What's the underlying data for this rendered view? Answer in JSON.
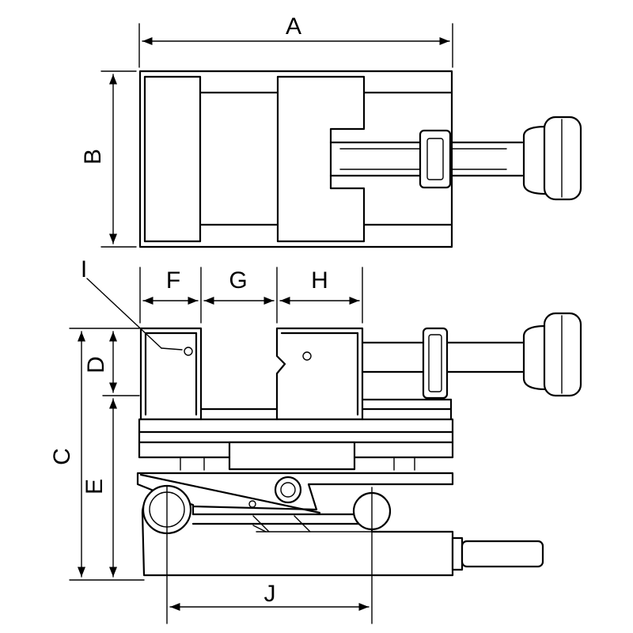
{
  "labels": {
    "A": "A",
    "B": "B",
    "C": "C",
    "D": "D",
    "E": "E",
    "F": "F",
    "G": "G",
    "H": "H",
    "I": "I",
    "J": "J"
  },
  "colors": {
    "line": "#000000",
    "background": "#ffffff"
  }
}
